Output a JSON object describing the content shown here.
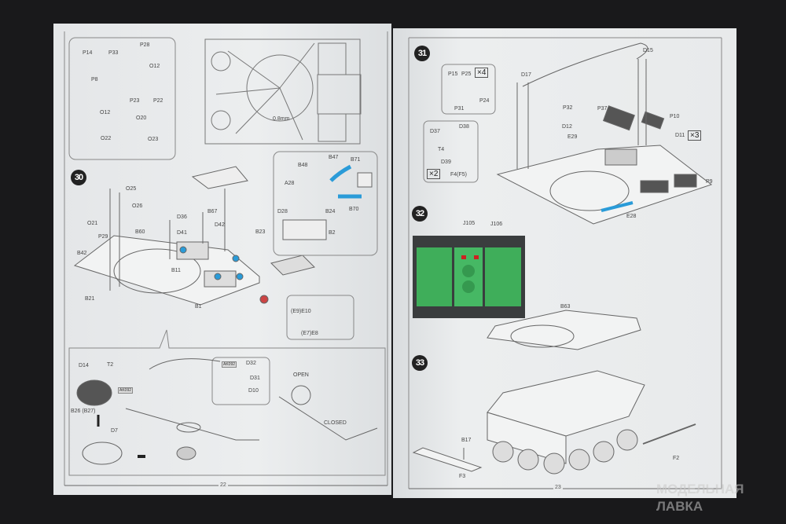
{
  "left_page": {
    "page_number": "22",
    "step": "30",
    "box_top": [
      "P14",
      "P33",
      "P28",
      "O12",
      "P8",
      "P23",
      "P22",
      "O12",
      "O20",
      "O22",
      "O23"
    ],
    "plate_note": "0.8mm",
    "main_labels": [
      "O25",
      "O26",
      "O21",
      "P29",
      "B60",
      "B42",
      "B21",
      "B1",
      "B11",
      "D36",
      "D41",
      "B67",
      "D42",
      "B23"
    ],
    "inset_labels": [
      "B47",
      "B71",
      "B48",
      "A28",
      "B24",
      "B70",
      "D28",
      "B2"
    ],
    "grille_labels": [
      "(E9)E10",
      "(E7)E8"
    ],
    "bottom_labels": [
      "D14",
      "T2",
      "B26 (B27)",
      "D7",
      "D32",
      "D31",
      "D10",
      "OPEN",
      "CLOSED"
    ],
    "paint_tags": [
      "AK092",
      "AK092"
    ]
  },
  "right_page": {
    "page_number": "23",
    "steps": [
      "31",
      "32",
      "33"
    ],
    "step31_box1": [
      "P15",
      "P25",
      "P24",
      "P31"
    ],
    "step31_box1_mult": "×4",
    "step31_box2": [
      "D37",
      "D38",
      "T4",
      "D39",
      "F4(F5)"
    ],
    "step31_box2_mult": "×2",
    "step31_labels": [
      "D17",
      "D15",
      "P32",
      "D12",
      "E29",
      "P37",
      "P10",
      "D11",
      "P9",
      "E28"
    ],
    "step31_mult": "×3",
    "step32_labels": [
      "J105",
      "J106"
    ],
    "step33_labels": [
      "B63",
      "B17",
      "F3",
      "F2"
    ]
  },
  "watermark": [
    "МОДЕЛЬНАЯ",
    "ЛАВКА"
  ],
  "colors": {
    "background": "#19191b",
    "paper": "#e9ebec",
    "accent_blue": "#2a9bd8",
    "green_render": "#3fae5a"
  }
}
